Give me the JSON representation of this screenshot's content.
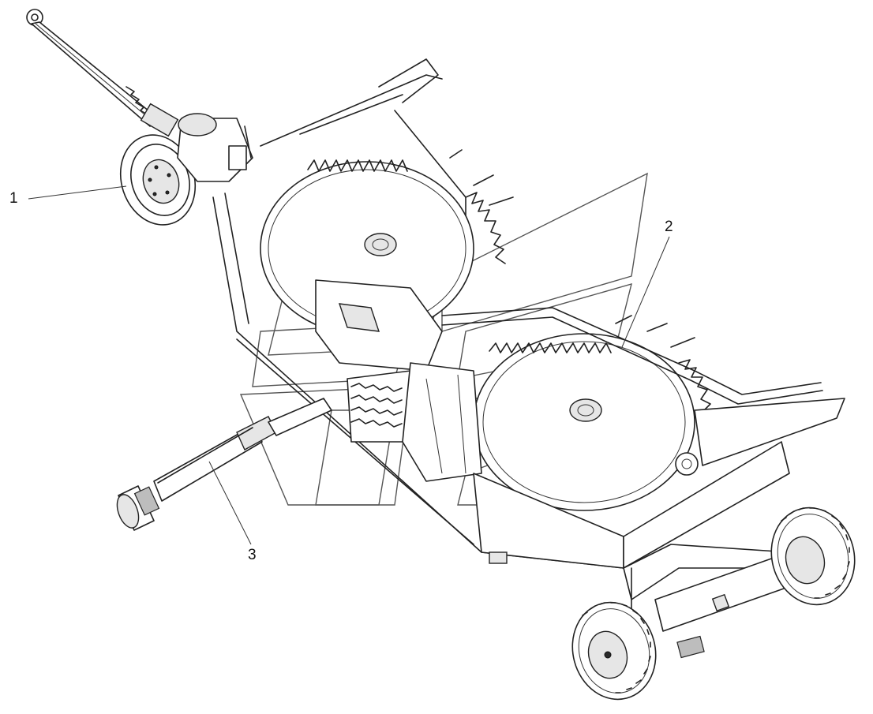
{
  "callouts": [
    {
      "id": "1",
      "text": "1"
    },
    {
      "id": "2",
      "text": "2"
    },
    {
      "id": "3",
      "text": "3"
    }
  ],
  "colors": {
    "background": "#ffffff",
    "line": "#222222",
    "shade": "#e6e6e6",
    "dark": "#2a2a2a"
  }
}
